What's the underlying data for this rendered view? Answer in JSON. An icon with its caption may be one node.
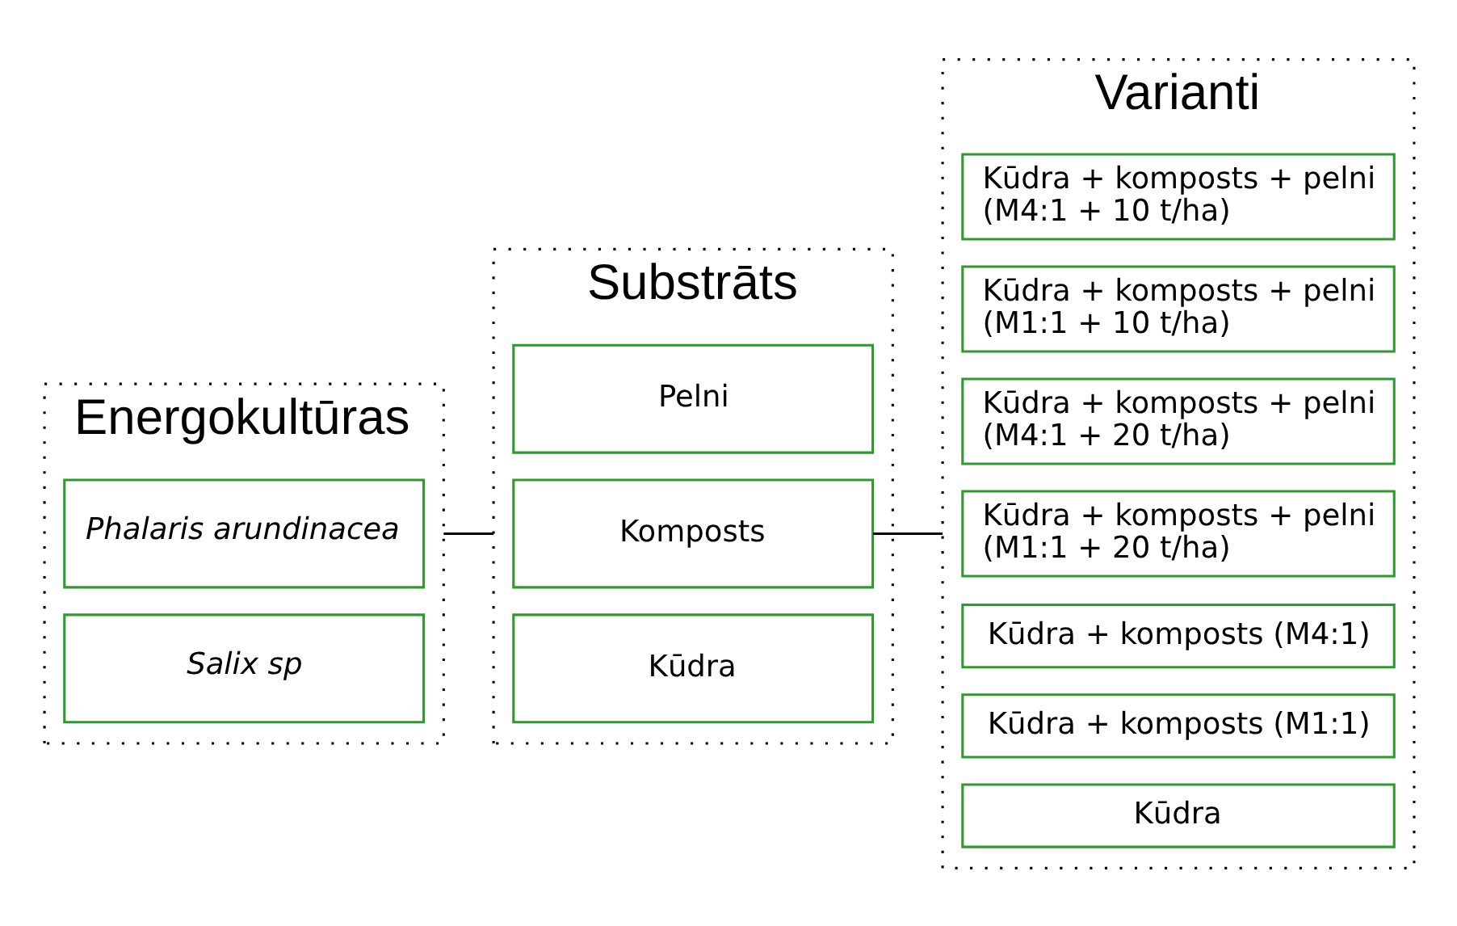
{
  "diagram": {
    "nodes": [
      {
        "text": [
          "Energokultūras"
        ]
      },
      {
        "text": [
          "Salix sp"
        ],
        "in": 0
      },
      {
        "text": [
          "Phalaris arundinacea"
        ],
        "in": 0
      },
      {
        "text": [
          "Substrāts"
        ]
      },
      {
        "text": [
          "Kūdra"
        ],
        "in": 3
      },
      {
        "text": [
          "Komposts"
        ],
        "in": 3
      },
      {
        "text": [
          "Pelni"
        ],
        "in": 3
      },
      {
        "text": [
          "Varianti"
        ]
      },
      {
        "text": [
          "Kūdra"
        ],
        "in": 7
      },
      {
        "text": [
          "Kūdra + komposts (M1:1)"
        ],
        "in": 7
      },
      {
        "text": [
          "Kūdra + komposts (M4:1)"
        ],
        "in": 7
      },
      {
        "text": [
          "Kūdra + komposts + pelni (M1:1 + 20 t/ha)"
        ],
        "in": 7
      },
      {
        "text": [
          "Kūdra + komposts + pelni (M4:1 + 20 t/ha)"
        ],
        "in": 7
      },
      {
        "text": [
          "Kūdra + komposts + pelni (M1:1 + 10 t/ha)"
        ],
        "in": 7
      },
      {
        "text": [
          "Kūdra + komposts + pelni (M4:1 + 10 t/ha)"
        ],
        "in": 7
      }
    ],
    "edges": [
      {
        "from": 0,
        "to": 3,
        "arrow": "none"
      },
      {
        "from": 5,
        "to": 7,
        "arrow": "none"
      }
    ]
  }
}
